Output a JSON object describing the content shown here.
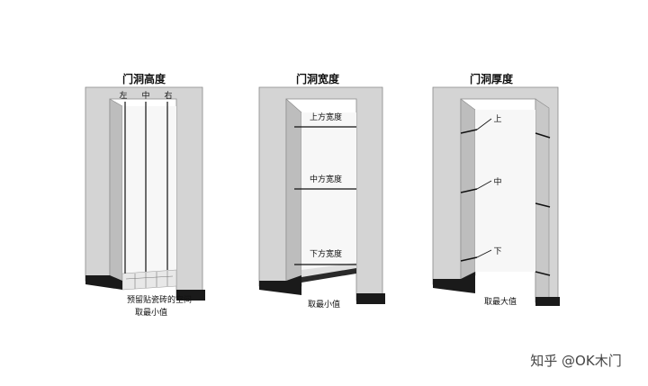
{
  "panels": [
    {
      "title": "门洞高度",
      "markers": [
        "左",
        "中",
        "右"
      ],
      "notes": [
        "预留贴瓷砖的空间",
        "取最小值"
      ]
    },
    {
      "title": "门洞宽度",
      "markers": [
        "上方宽度",
        "中方宽度",
        "下方宽度"
      ],
      "notes": [
        "取最小值"
      ]
    },
    {
      "title": "门洞厚度",
      "markers": [
        "上",
        "中",
        "下"
      ],
      "notes": [
        "取最大值"
      ]
    }
  ],
  "watermark": "知乎 @OK木门",
  "colors": {
    "wall": "#d4d4d4",
    "wall_dark": "#bdbdbd",
    "base": "#1a1a1a",
    "line": "#111111"
  }
}
